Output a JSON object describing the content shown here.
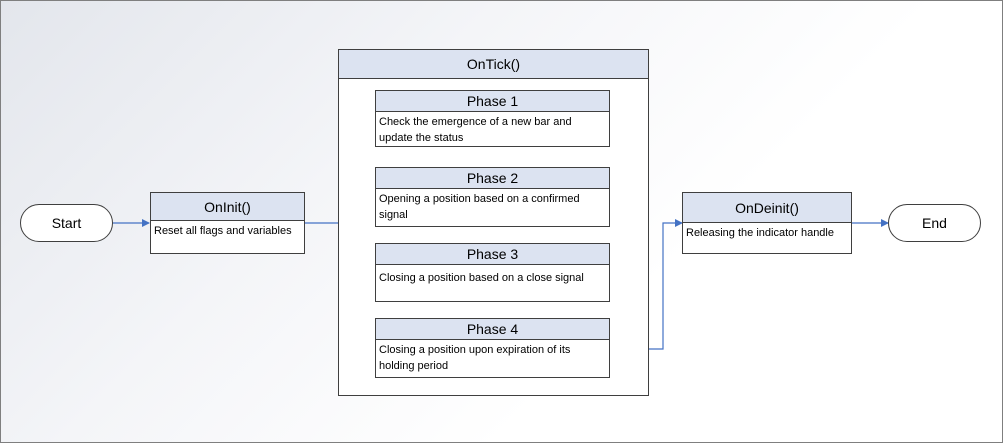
{
  "diagram": {
    "start": "Start",
    "end": "End",
    "oninit": {
      "title": "OnInit()",
      "body": "Reset all flags and variables"
    },
    "ontick": {
      "title": "OnTick()",
      "phases": [
        {
          "title": "Phase 1",
          "body": "Check the emergence of a new bar and update the status"
        },
        {
          "title": "Phase 2",
          "body": "Opening a position based on a confirmed signal"
        },
        {
          "title": "Phase 3",
          "body": "Closing a position based on a close signal"
        },
        {
          "title": "Phase 4",
          "body": "Closing a position upon expiration of its holding period"
        }
      ]
    },
    "ondeinit": {
      "title": "OnDeinit()",
      "body": "Releasing the indicator handle"
    }
  },
  "colors": {
    "header_fill": "#dce3f1",
    "connector": "#4472c4",
    "border": "#3f3f3f"
  }
}
